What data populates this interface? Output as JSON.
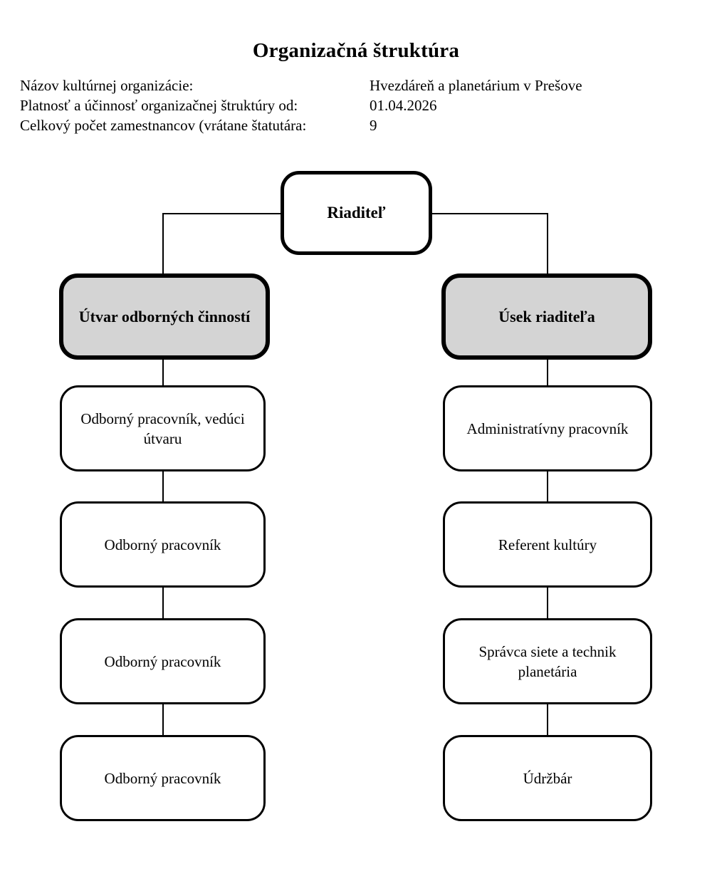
{
  "title": "Organizačná štruktúra",
  "meta": {
    "rows": [
      {
        "label": "Názov kultúrnej organizácie:",
        "value": "Hvezdáreň a planetárium v Prešove"
      },
      {
        "label": "Platnosť a účinnosť organizačnej štruktúry od:",
        "value": "01.04.2026"
      },
      {
        "label": "Celkový počet zamestnancov (vrátane štatutára:",
        "value": "9"
      }
    ]
  },
  "org": {
    "root": {
      "label": "Riaditeľ"
    },
    "branches": [
      {
        "head": {
          "label": "Útvar odborných činností"
        },
        "children": [
          {
            "label": "Odborný pracovník, vedúci útvaru"
          },
          {
            "label": "Odborný pracovník"
          },
          {
            "label": "Odborný pracovník"
          },
          {
            "label": "Odborný pracovník"
          }
        ]
      },
      {
        "head": {
          "label": "Úsek riaditeľa"
        },
        "children": [
          {
            "label": "Administratívny pracovník"
          },
          {
            "label": "Referent kultúry"
          },
          {
            "label": "Správca siete a technik planetária"
          },
          {
            "label": "Údržbár"
          }
        ]
      }
    ]
  },
  "colors": {
    "highlight_box_fill": "#d4d4d4",
    "box_border": "#000000",
    "background": "#ffffff",
    "text": "#000000"
  }
}
